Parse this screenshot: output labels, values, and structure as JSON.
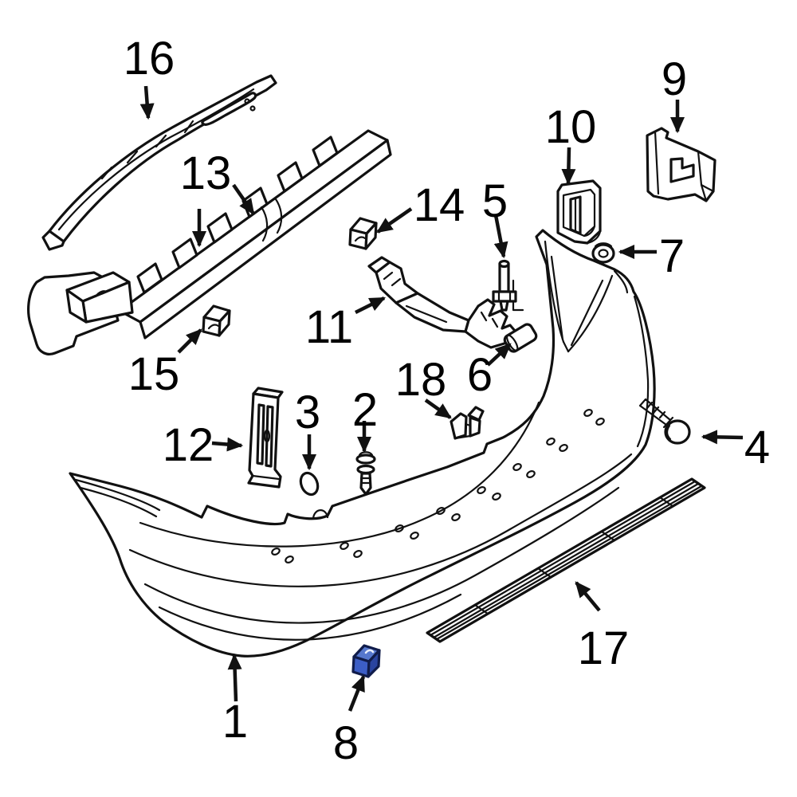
{
  "diagram": {
    "description": "Exploded parts diagram of a vehicle rear bumper assembly",
    "background_color": "#ffffff",
    "line_color": "#111111",
    "highlight": {
      "applies_to_callout": "8",
      "top_color": "#5577cd",
      "front_color": "#3c5ec6",
      "side_color": "#2a44a0",
      "outline_color": "#101c4a"
    }
  },
  "callouts": {
    "c1": {
      "num": "1",
      "part": "bumper-cover"
    },
    "c2": {
      "num": "2",
      "part": "push-rivet-screw"
    },
    "c3": {
      "num": "3",
      "part": "grommet-ring"
    },
    "c4": {
      "num": "4",
      "part": "bolt"
    },
    "c5": {
      "num": "5",
      "part": "bolt"
    },
    "c6": {
      "num": "6",
      "part": "locating-pin"
    },
    "c7": {
      "num": "7",
      "part": "grommet-nut"
    },
    "c8": {
      "num": "8",
      "part": "clip-highlighted"
    },
    "c9": {
      "num": "9",
      "part": "side-bracket-right"
    },
    "c10": {
      "num": "10",
      "part": "side-bracket"
    },
    "c11": {
      "num": "11",
      "part": "side-support-rail"
    },
    "c12": {
      "num": "12",
      "part": "center-bracket"
    },
    "c13": {
      "num": "13",
      "part": "impact-absorber-bar"
    },
    "c14": {
      "num": "14",
      "part": "retainer-clip"
    },
    "c15": {
      "num": "15",
      "part": "retainer-clip"
    },
    "c16": {
      "num": "16",
      "part": "rail-reinforcement"
    },
    "c17": {
      "num": "17",
      "part": "step-pad"
    },
    "c18": {
      "num": "18",
      "part": "retainer-clip"
    }
  }
}
